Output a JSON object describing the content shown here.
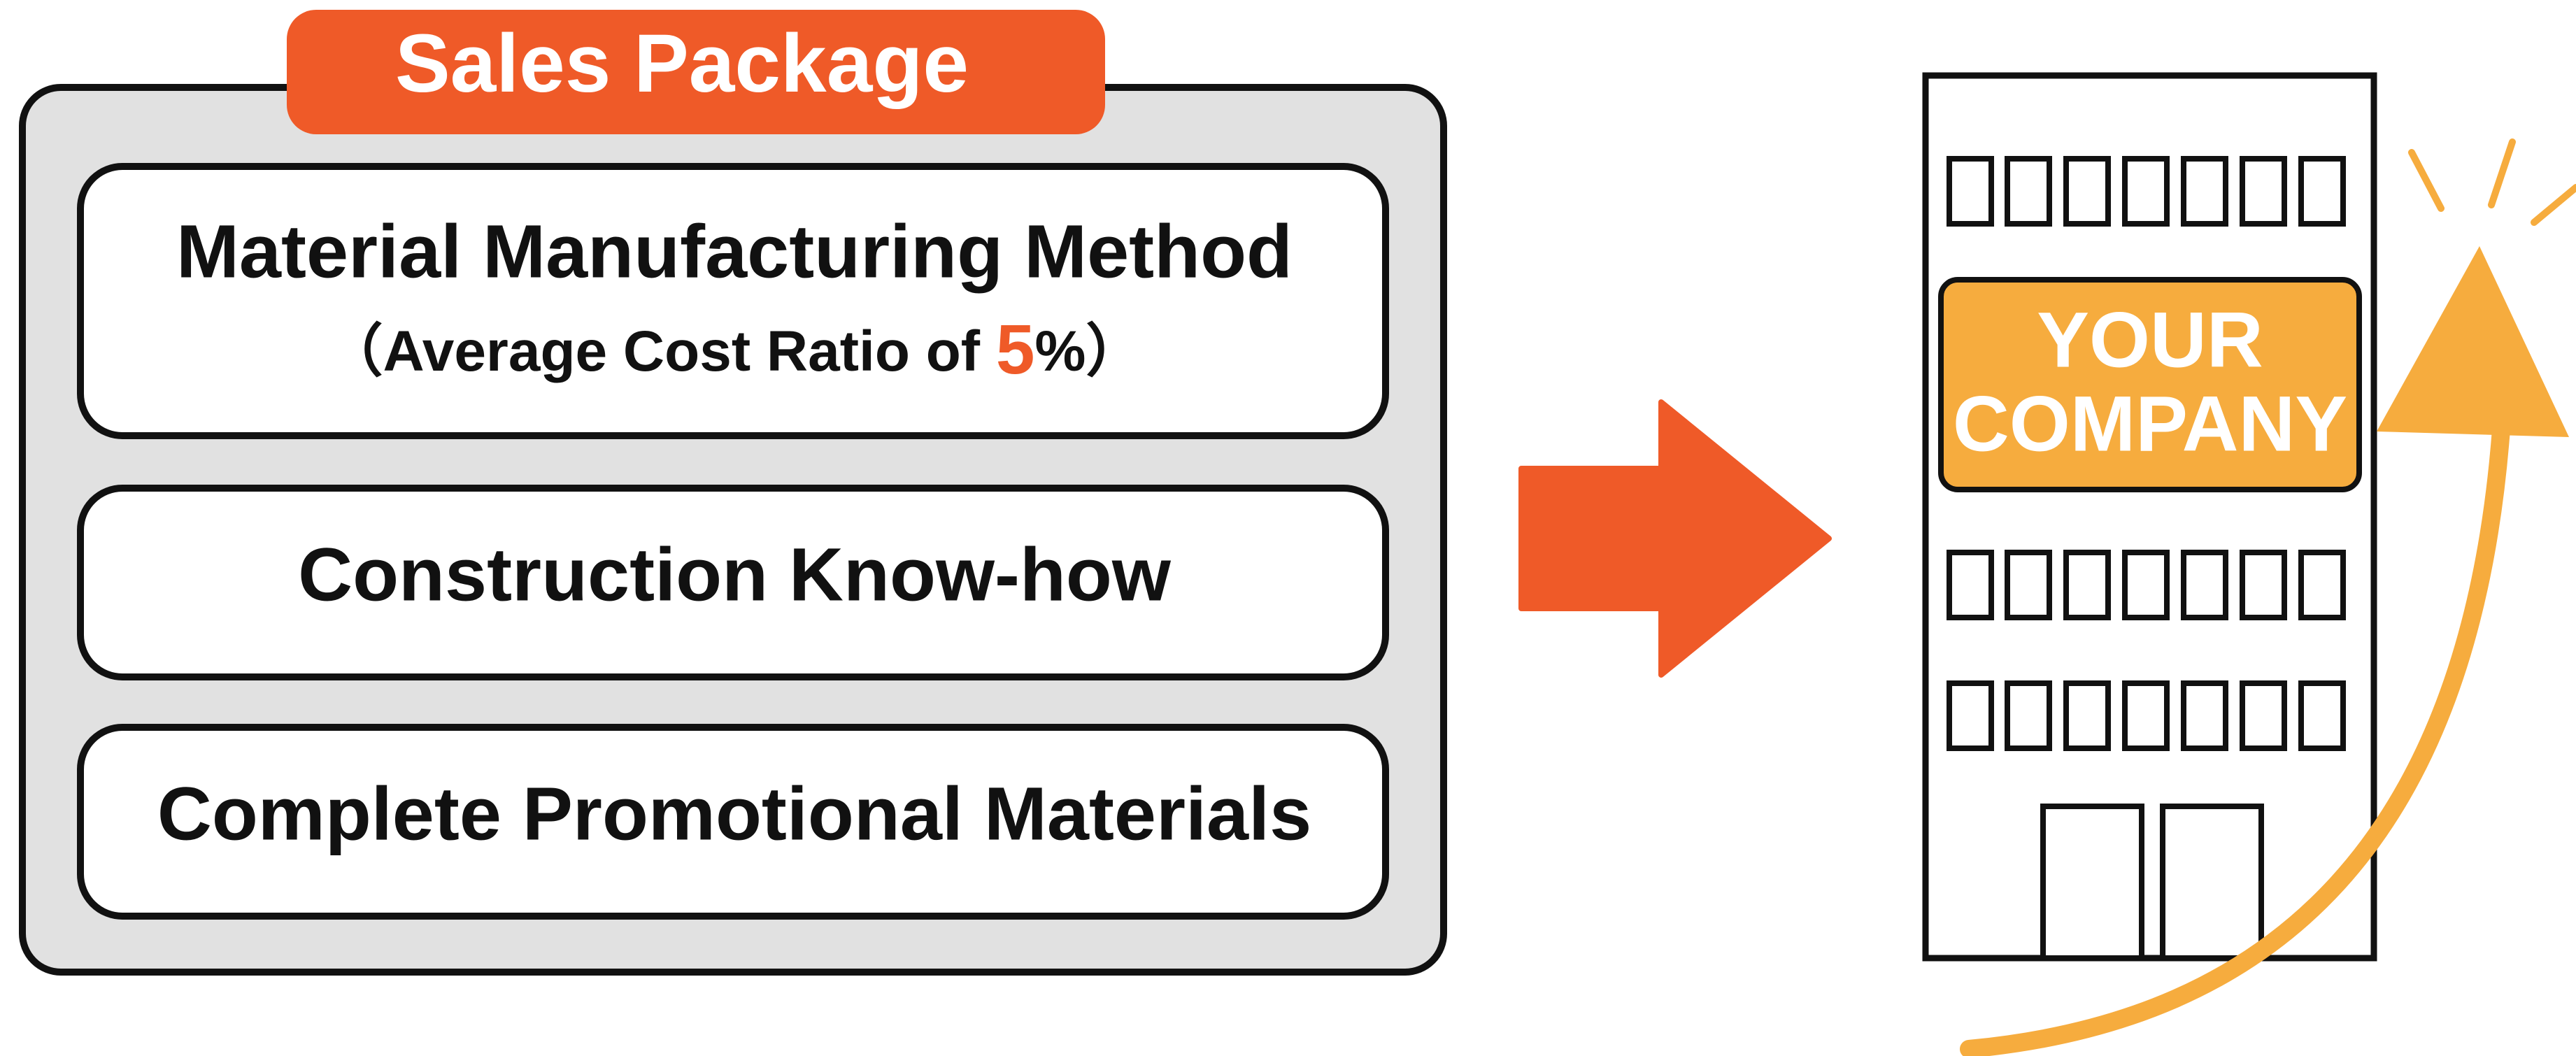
{
  "package": {
    "title": "Sales Package",
    "items": [
      {
        "label": "Material Manufacturing Method",
        "sub_prefix": "（Average Cost Ratio of ",
        "sub_highlight": "5",
        "sub_suffix": "%）"
      },
      {
        "label": "Construction Know-how"
      },
      {
        "label": "Complete Promotional Materials"
      }
    ]
  },
  "building": {
    "sign_line1": "YOUR",
    "sign_line2": "COMPANY"
  },
  "colors": {
    "accent_orange": "#ef5a28",
    "growth_orange": "#f6ac3e",
    "panel_gray": "#e1e1e1",
    "stroke": "#111111"
  },
  "icons": {
    "flow_arrow": "right-arrow-icon",
    "growth_arrow": "upward-growth-arrow-icon",
    "sparkle": "sparkle-lines-icon"
  }
}
